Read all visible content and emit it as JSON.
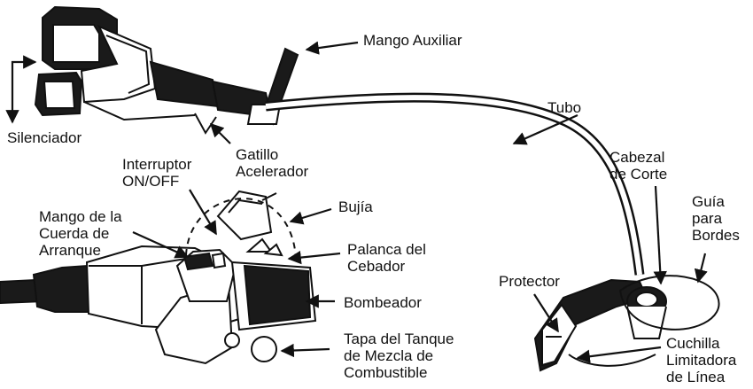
{
  "labels": {
    "mango_auxiliar": "Mango Auxiliar",
    "tubo": "Tubo",
    "silenciador": "Silenciador",
    "gatillo": [
      "Gatillo",
      "Acelerador"
    ],
    "interruptor": [
      "Interruptor",
      "ON/OFF"
    ],
    "bujia": "Bujía",
    "cabezal": [
      "Cabezal",
      "de Corte"
    ],
    "guia": [
      "Guía",
      "para",
      "Bordes"
    ],
    "mango_cuerda": [
      "Mango de la",
      "Cuerda de",
      "Arranque"
    ],
    "palanca": [
      "Palanca del",
      "Cebador"
    ],
    "protector": "Protector",
    "bombeador": "Bombeador",
    "tapa": [
      "Tapa del Tanque",
      "de Mezcla de",
      "Combustible"
    ],
    "cuchilla": [
      "Cuchilla",
      "Limitadora",
      "de Línea"
    ]
  },
  "colors": {
    "ink": "#111111",
    "background": "#ffffff"
  }
}
